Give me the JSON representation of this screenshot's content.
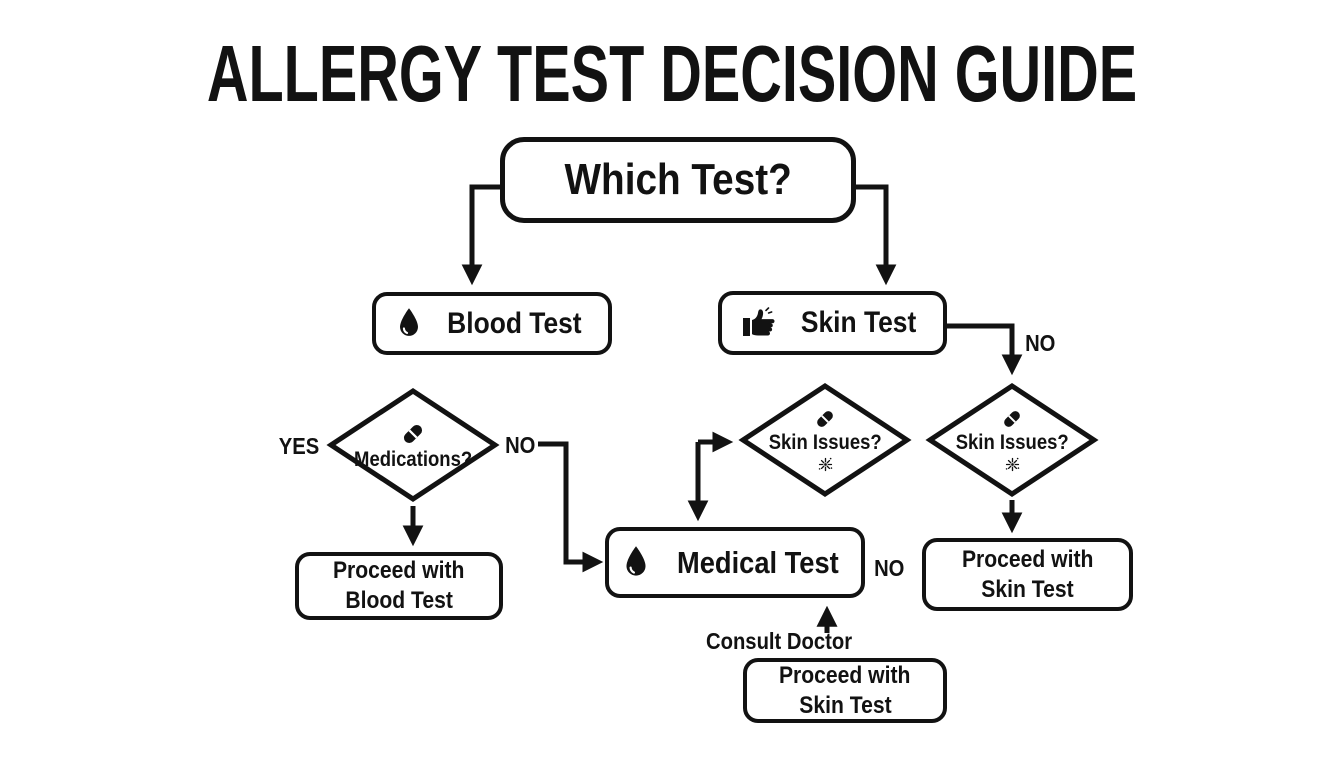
{
  "title": "ALLERGY TEST DECISION GUIDE",
  "colors": {
    "ink": "#121212",
    "background": "#ffffff"
  },
  "nodes": {
    "which_test": {
      "label": "Which Test?"
    },
    "blood_test": {
      "label": "Blood Test",
      "icon": "blood-drop-icon"
    },
    "skin_test": {
      "label": "Skin Test",
      "icon": "thumbs-up-icon"
    },
    "medications": {
      "label": "Medications?",
      "icon": "pill-icon"
    },
    "skin_issues_left": {
      "label": "Skin Issues?",
      "icon": "pill-icon",
      "icon_secondary": "allergen-splat-icon"
    },
    "skin_issues_right": {
      "label": "Skin Issues?",
      "icon": "pill-icon",
      "icon_secondary": "allergen-splat-icon"
    },
    "medical_test": {
      "label": "Medical Test",
      "icon": "blood-drop-icon"
    },
    "proceed_blood_test": {
      "line1": "Proceed with",
      "line2": "Blood Test"
    },
    "proceed_skin_test_right": {
      "line1": "Proceed with",
      "line2": "Skin Test"
    },
    "proceed_skin_test_bottom": {
      "line1": "Proceed with",
      "line2": "Skin Test"
    },
    "consult_doctor": {
      "label": "Consult Doctor"
    }
  },
  "edge_labels": {
    "medications_yes": "YES",
    "medications_no": "NO",
    "skin_test_no": "NO",
    "medical_test_no": "NO"
  }
}
